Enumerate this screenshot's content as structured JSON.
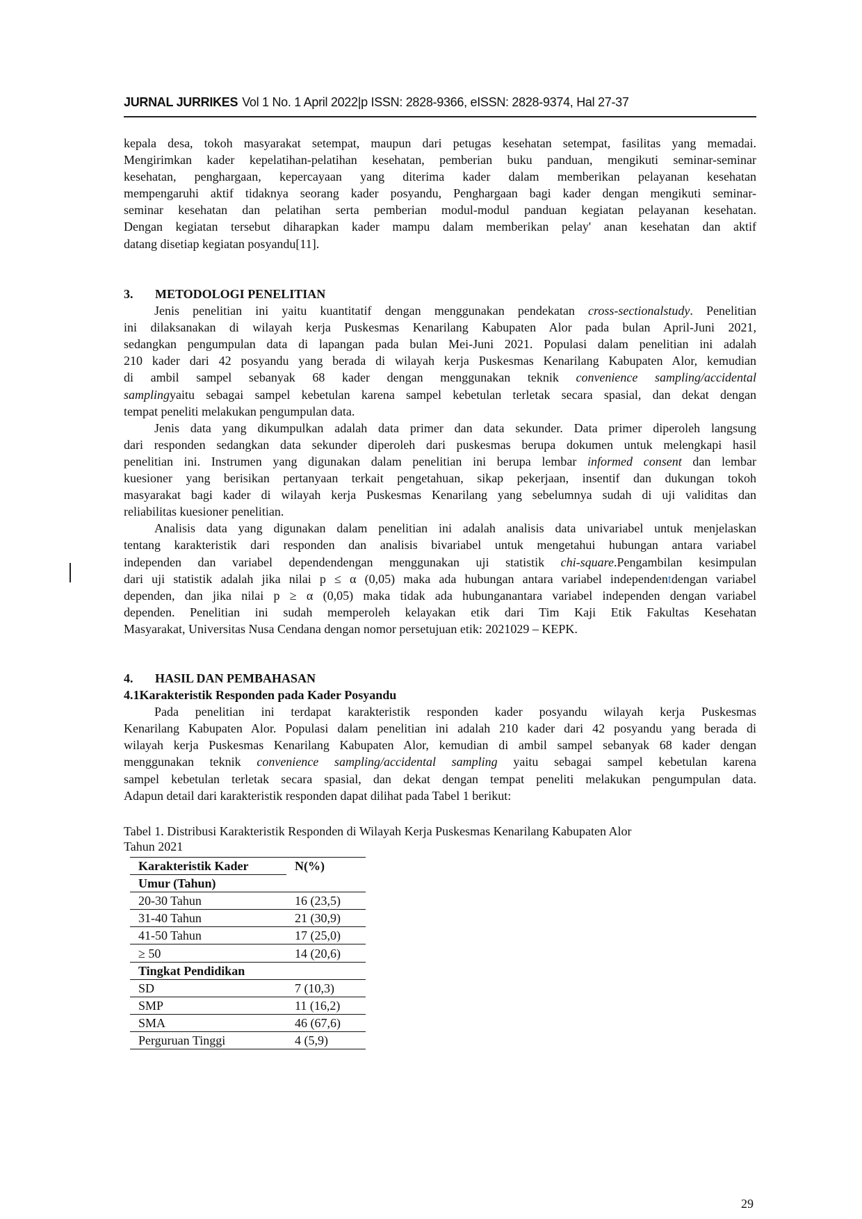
{
  "header": {
    "journal": "JURNAL JURRIKES",
    "info": "Vol 1 No. 1 April 2022|p ISSN: 2828-9366, eISSN: 2828-9374, Hal 27-37"
  },
  "intro_lines": [
    [
      "kepala desa, tokoh masyarakat setempat, maupun dari petugas kesehatan setempat, fasilitas yang memadai."
    ],
    [
      "Mengirimkan kader kepelatihan-pelatihan kesehatan, pemberian buku panduan, mengikuti seminar-seminar"
    ],
    [
      "kesehatan, penghargaan, kepercayaan yang diterima kader dalam memberikan pelayanan kesehatan"
    ],
    [
      "mempengaruhi aktif tidaknya seorang kader posyandu, Penghargaan bagi kader dengan mengikuti seminar-"
    ],
    [
      "seminar kesehatan dan pelatihan serta pemberian modul-modul panduan kegiatan pelayanan kesehatan."
    ],
    [
      "Dengan kegiatan tersebut diharapkan kader mampu dalam memberikan pelay' anan kesehatan dan aktif"
    ],
    [
      "datang disetiap kegiatan posyandu[11]."
    ]
  ],
  "section3": {
    "number": "3.",
    "title": "METODOLOGI PENELITIAN",
    "lines": [
      [
        "Jenis penelitian ini yaitu kuantitatif dengan menggunakan pendekatan ",
        {
          "i": "cross-sectionalstudy"
        },
        ". Penelitian"
      ],
      [
        "ini dilaksanakan di wilayah kerja Puskesmas Kenarilang Kabupaten Alor pada bulan April-Juni 2021,"
      ],
      [
        "sedangkan pengumpulan data di lapangan pada bulan Mei-Juni 2021. Populasi dalam penelitian ini adalah"
      ],
      [
        "210 kader dari 42 posyandu yang berada di wilayah kerja Puskesmas Kenarilang Kabupaten Alor, kemudian"
      ],
      [
        "di ambil sampel sebanyak 68 kader dengan menggunakan teknik ",
        {
          "i": "convenience sampling/accidental"
        }
      ],
      [
        {
          "i": "sampling"
        },
        "yaitu sebagai sampel kebetulan karena sampel kebetulan terletak secara spasial, dan dekat dengan"
      ],
      [
        "tempat peneliti melakukan pengumpulan data."
      ],
      [
        "Jenis data yang dikumpulkan adalah data primer dan data sekunder. Data primer diperoleh langsung"
      ],
      [
        "dari responden sedangkan data sekunder diperoleh dari puskesmas berupa dokumen untuk melengkapi hasil"
      ],
      [
        "penelitian ini. Instrumen yang digunakan dalam penelitian ini berupa lembar ",
        {
          "i": "informed consent"
        },
        " dan lembar"
      ],
      [
        "kuesioner yang berisikan pertanyaan terkait pengetahuan, sikap pekerjaan, insentif dan dukungan tokoh"
      ],
      [
        "masyarakat bagi kader di wilayah kerja Puskesmas Kenarilang yang sebelumnya sudah di uji validitas dan"
      ],
      [
        "reliabilitas kuesioner penelitian."
      ],
      [
        "Analisis data yang digunakan dalam penelitian ini adalah analisis data univariabel untuk menjelaskan"
      ],
      [
        "tentang karakteristik dari responden dan analisis bivariabel untuk mengetahui hubungan antara variabel"
      ],
      [
        "independen dan variabel dependendengan menggunakan uji statistik ",
        {
          "i": "chi-square"
        },
        ".Pengambilan kesimpulan"
      ],
      [
        "dari uji statistik adalah jika nilai p ≤ α (0,05) maka ada hubungan antara variabel independen",
        {
          "m": "t"
        },
        "dengan variabel"
      ],
      [
        "dependen, dan jika nilai p ≥ α (0,05) maka tidak ada hubunganantara variabel independen dengan variabel"
      ],
      [
        "dependen.  Penelitian ini sudah memperoleh kelayakan etik dari Tim Kaji Etik Fakultas Kesehatan"
      ],
      [
        "Masyarakat, Universitas Nusa Cendana dengan nomor persetujuan etik: 2021029 – KEPK."
      ]
    ]
  },
  "section4": {
    "number": "4.",
    "title": "HASIL DAN PEMBAHASAN",
    "subtitle": "4.1Karakteristik Responden pada Kader Posyandu",
    "lines": [
      [
        "Pada penelitian ini terdapat karakteristik responden kader posyandu wilayah kerja Puskesmas"
      ],
      [
        "Kenarilang Kabupaten Alor. Populasi dalam penelitian ini adalah 210 kader dari 42 posyandu yang berada di"
      ],
      [
        "wilayah kerja Puskesmas Kenarilang Kabupaten Alor, kemudian di ambil sampel sebanyak 68 kader dengan"
      ],
      [
        "menggunakan teknik ",
        {
          "i": "convenience sampling/accidental sampling"
        },
        " yaitu sebagai sampel kebetulan karena"
      ],
      [
        "sampel kebetulan terletak secara spasial, dan dekat dengan tempat peneliti melakukan pengumpulan data."
      ],
      [
        "Adapun detail dari karakteristik responden dapat dilihat pada Tabel 1 berikut:"
      ]
    ]
  },
  "table1": {
    "caption_lines": [
      [
        "Tabel 1. Distribusi Karakteristik Responden di Wilayah Kerja Puskesmas Kenarilang Kabupaten Alor"
      ],
      [
        "Tahun 2021"
      ]
    ],
    "headers": [
      "Karakteristik Kader",
      "N(%)"
    ],
    "groups": [
      {
        "label": "Umur (Tahun)",
        "rows": [
          [
            "20-30 Tahun",
            "16 (23,5)"
          ],
          [
            "31-40 Tahun",
            "21 (30,9)"
          ],
          [
            "41-50 Tahun",
            "17 (25,0)"
          ],
          [
            "≥ 50",
            "14 (20,6)"
          ]
        ]
      },
      {
        "label": "Tingkat Pendidikan",
        "rows": [
          [
            "SD",
            "7 (10,3)"
          ],
          [
            "SMP",
            "11 (16,2)"
          ],
          [
            "SMA",
            "46 (67,6)"
          ],
          [
            "Perguruan Tinggi",
            "4 (5,9)"
          ]
        ]
      }
    ]
  },
  "page_number": "29"
}
